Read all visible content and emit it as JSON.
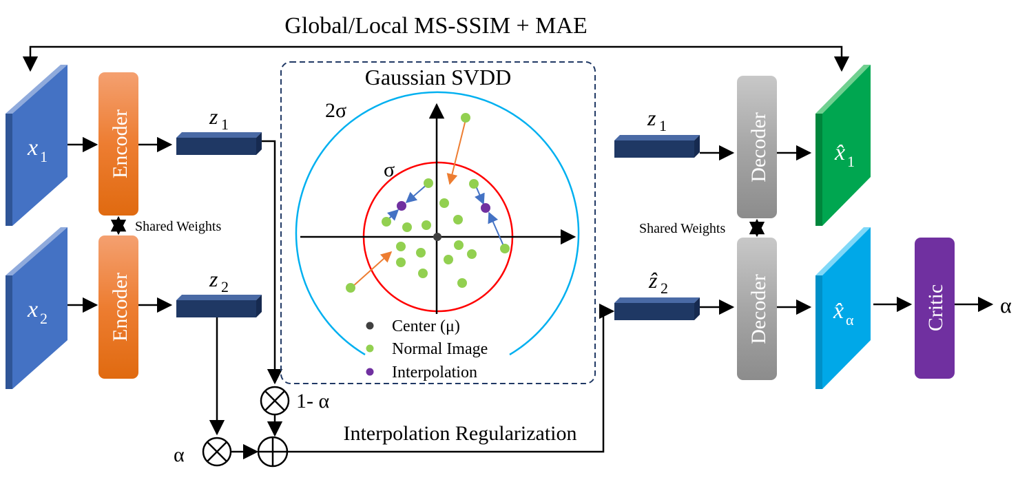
{
  "title": "Global/Local MS-SSIM + MAE",
  "svdd": {
    "title": "Gaussian SVDD",
    "two_sigma": "2σ",
    "sigma": "σ",
    "legend": [
      {
        "label": "Center (μ)",
        "color": "#404040"
      },
      {
        "label": "Normal Image",
        "color": "#92d050"
      },
      {
        "label": "Interpolation",
        "color": "#7030a0"
      }
    ]
  },
  "inputs": {
    "x1": "x",
    "x1_sub": "1",
    "x2": "x",
    "x2_sub": "2"
  },
  "outputs": {
    "xhat1": "x̂",
    "xhat1_sub": "1",
    "xhat_alpha": "x̂",
    "xhat_alpha_sub": "α"
  },
  "latents": {
    "z1": "z",
    "z1_sub": "1",
    "z2": "z",
    "z2_sub": "2",
    "z1_dec": "z",
    "z1_dec_sub": "1",
    "zhat2": "ẑ",
    "zhat2_sub": "2"
  },
  "blocks": {
    "encoder": "Encoder",
    "decoder": "Decoder",
    "critic": "Critic",
    "shared_weights": "Shared Weights"
  },
  "ops": {
    "one_minus_alpha": "1- α",
    "alpha": "α",
    "alpha_out": "α",
    "interp_reg": "Interpolation Regularization"
  },
  "colors": {
    "input": "#4472c4",
    "encoder": "#ed7d31",
    "decoder": "#a6a6a6",
    "latent": "#1f3864",
    "out1": "#00b050",
    "out_alpha": "#00b0f0",
    "critic": "#7030a0",
    "circle_outer": "#00b0f0",
    "circle_inner": "#ff0000",
    "arrow_orange": "#ed7d31",
    "arrow_blue": "#4472c4"
  }
}
